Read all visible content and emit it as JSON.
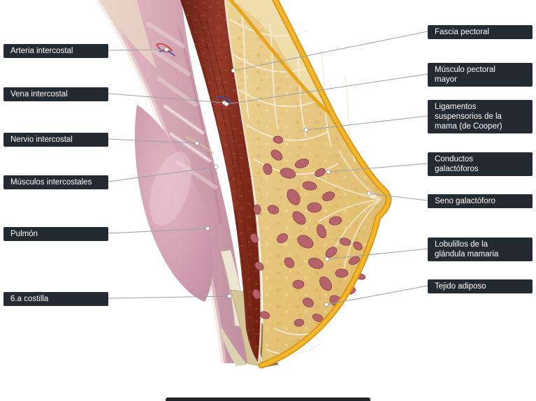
{
  "colors": {
    "background": "#ffffff",
    "label_bg": "#242a31",
    "label_text": "#ffffff",
    "leader_line": "#9aa0a6",
    "skin": "#e8a71c",
    "pectoral_muscle": "#7d2b1e",
    "adipose": "#e5c07a",
    "lung": "#cf9cae",
    "gland": "#b5626b"
  },
  "labels": {
    "left": [
      {
        "label": "Arteria intercostal"
      },
      {
        "label": "Vena intercostal"
      },
      {
        "label": "Nervio intercostal"
      },
      {
        "label": "Músculos intercostales"
      },
      {
        "label": "Pulmón"
      },
      {
        "label": "6.a costilla"
      }
    ],
    "right": [
      {
        "label": "Fascia pectoral"
      },
      {
        "label": "Músculo pectoral\nmayor"
      },
      {
        "label": "Ligamentos\nsuspensorios de la\nmama (de Cooper)"
      },
      {
        "label": "Conductos\ngalactóforos"
      },
      {
        "label": "Seno galactóforo"
      },
      {
        "label": "Lobulillos de la\nglándula mamaria"
      },
      {
        "label": "Tejido adiposo"
      }
    ]
  }
}
